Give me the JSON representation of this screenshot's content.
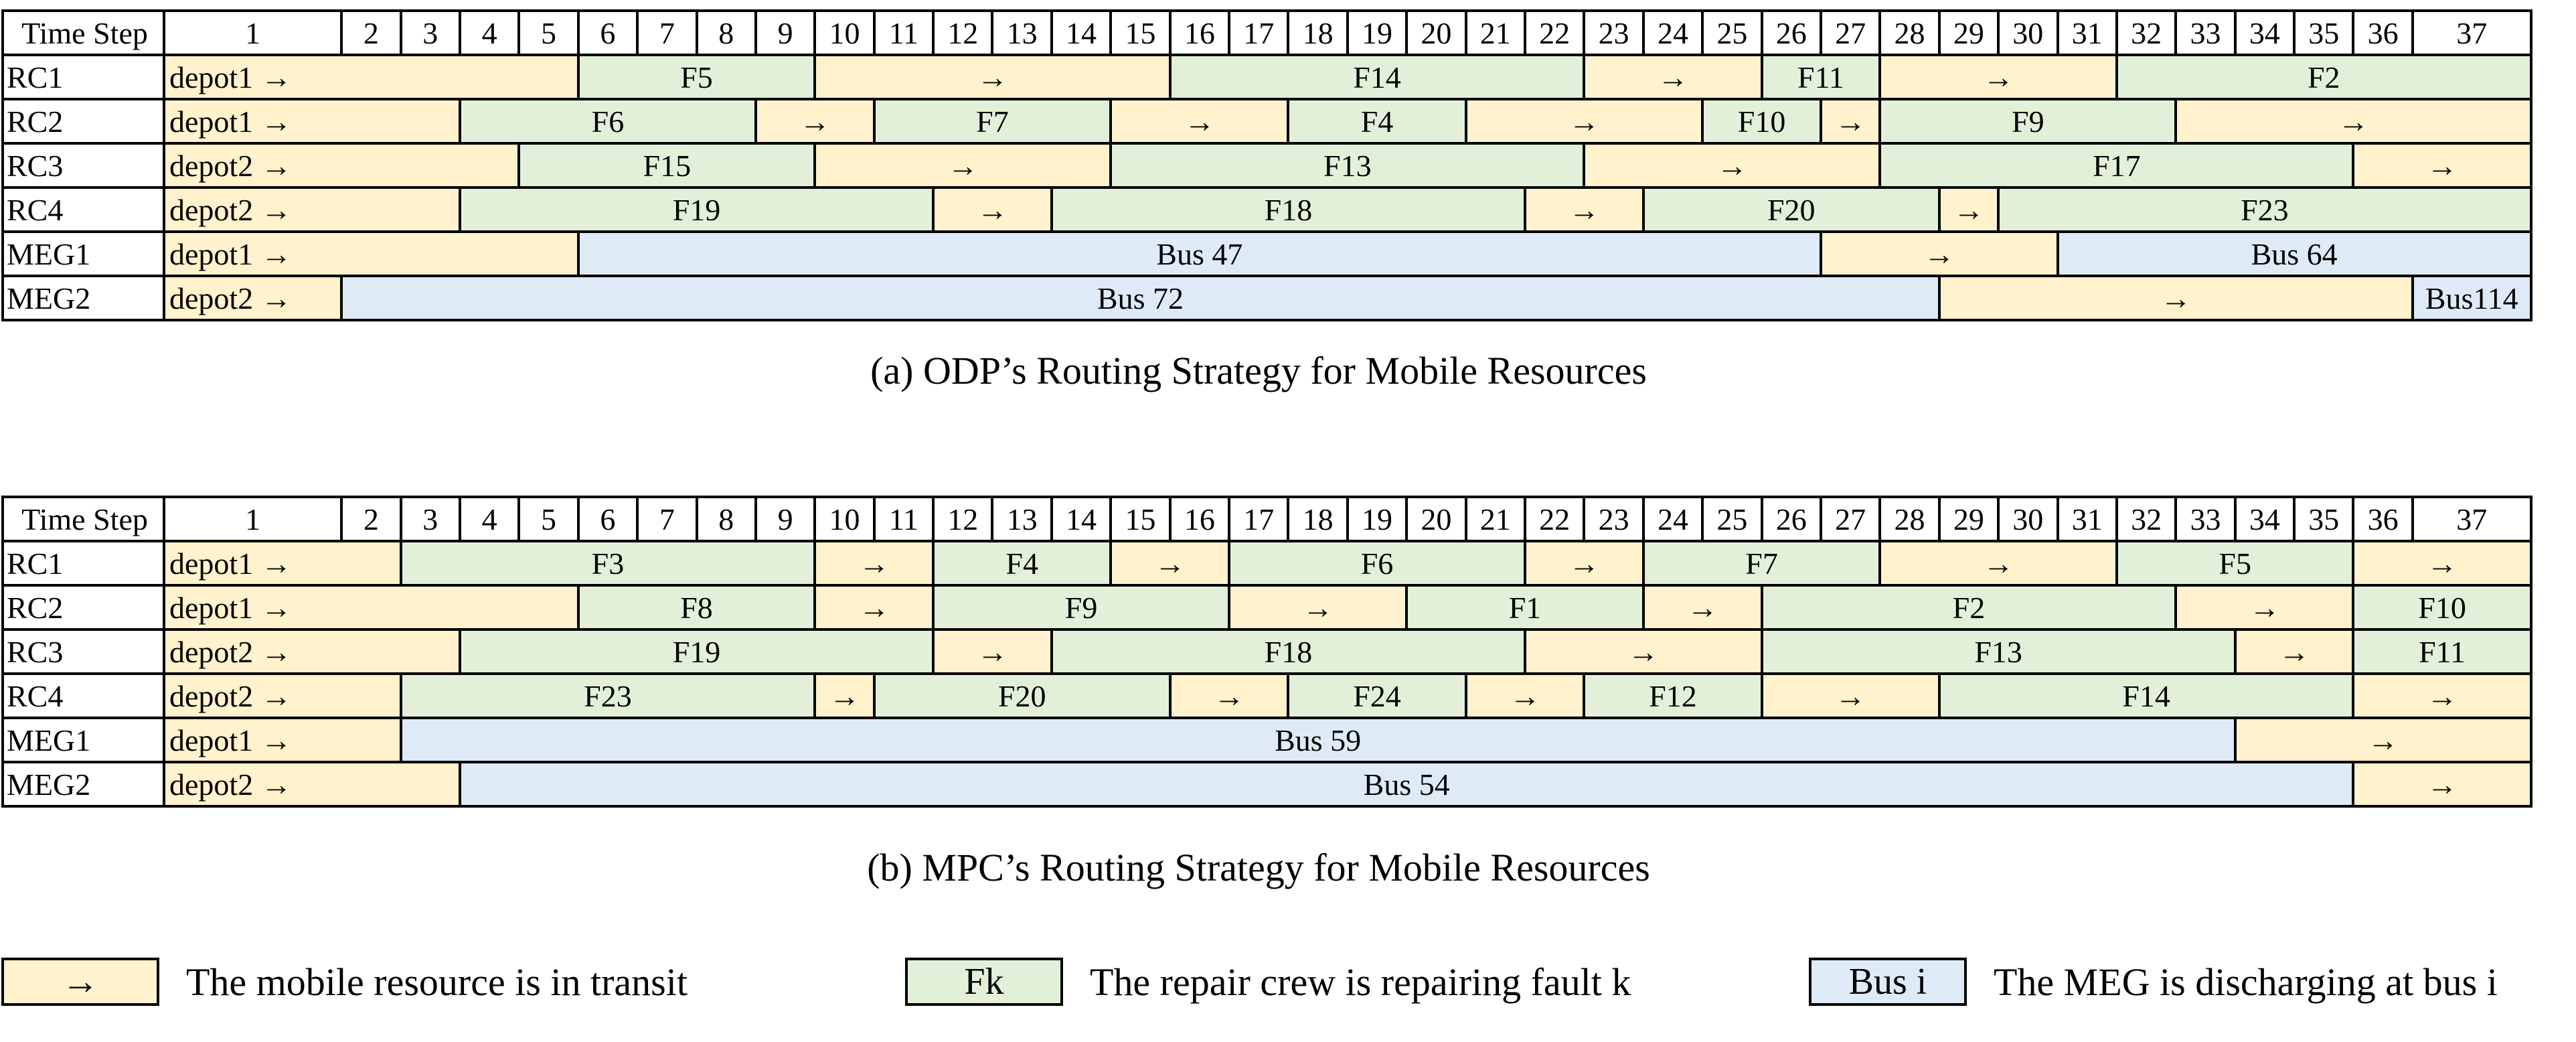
{
  "time_steps": [
    "1",
    "2",
    "3",
    "4",
    "5",
    "6",
    "7",
    "8",
    "9",
    "10",
    "11",
    "12",
    "13",
    "14",
    "15",
    "16",
    "17",
    "18",
    "19",
    "20",
    "21",
    "22",
    "23",
    "24",
    "25",
    "26",
    "27",
    "28",
    "29",
    "30",
    "31",
    "32",
    "33",
    "34",
    "35",
    "36",
    "37"
  ],
  "header_label": "Time Step",
  "colors": {
    "transit": "#fff2cc",
    "repair": "#e2f0d9",
    "bus": "#deebf7",
    "border": "#000000"
  },
  "odp": {
    "caption": "(a) ODP’s Routing Strategy for Mobile Resources",
    "rows": [
      {
        "name": "RC1",
        "segments": [
          {
            "type": "transit",
            "label": "depot1 →",
            "start": 1,
            "end": 7
          },
          {
            "type": "repair",
            "label": "F5",
            "start": 8,
            "end": 11
          },
          {
            "type": "transit",
            "label": "→",
            "start": 12,
            "end": 17
          },
          {
            "type": "repair",
            "label": "F14",
            "start": 18,
            "end": 24
          },
          {
            "type": "transit",
            "label": "→",
            "start": 25,
            "end": 27
          },
          {
            "type": "repair",
            "label": "F11",
            "start": 28,
            "end": 29
          },
          {
            "type": "transit",
            "label": "→",
            "start": 30,
            "end": 33
          },
          {
            "type": "repair",
            "label": "F2",
            "start": 34,
            "end": 40
          }
        ]
      },
      {
        "name": "RC2",
        "segments": [
          {
            "type": "transit",
            "label": "depot1 →",
            "start": 1,
            "end": 5
          },
          {
            "type": "repair",
            "label": "F6",
            "start": 6,
            "end": 10
          },
          {
            "type": "transit",
            "label": "→",
            "start": 11,
            "end": 12
          },
          {
            "type": "repair",
            "label": "F7",
            "start": 13,
            "end": 16
          },
          {
            "type": "transit",
            "label": "→",
            "start": 17,
            "end": 19
          },
          {
            "type": "repair",
            "label": "F4",
            "start": 20,
            "end": 22
          },
          {
            "type": "transit",
            "label": "→",
            "start": 23,
            "end": 26
          },
          {
            "type": "repair",
            "label": "F10",
            "start": 27,
            "end": 28
          },
          {
            "type": "transit",
            "label": "→",
            "start": 29,
            "end": 29
          },
          {
            "type": "repair",
            "label": "F9",
            "start": 30,
            "end": 34
          },
          {
            "type": "transit",
            "label": "→",
            "start": 35,
            "end": 40
          }
        ]
      },
      {
        "name": "RC3",
        "segments": [
          {
            "type": "transit",
            "label": "depot2 →",
            "start": 1,
            "end": 6
          },
          {
            "type": "repair",
            "label": "F15",
            "start": 7,
            "end": 11
          },
          {
            "type": "transit",
            "label": "→",
            "start": 12,
            "end": 16
          },
          {
            "type": "repair",
            "label": "F13",
            "start": 17,
            "end": 24
          },
          {
            "type": "transit",
            "label": "→",
            "start": 25,
            "end": 29
          },
          {
            "type": "repair",
            "label": "F17",
            "start": 30,
            "end": 37
          },
          {
            "type": "transit",
            "label": "→",
            "start": 38,
            "end": 40
          }
        ]
      },
      {
        "name": "RC4",
        "segments": [
          {
            "type": "transit",
            "label": "depot2 →",
            "start": 1,
            "end": 5
          },
          {
            "type": "repair",
            "label": "F19",
            "start": 6,
            "end": 13
          },
          {
            "type": "transit",
            "label": "→",
            "start": 14,
            "end": 15
          },
          {
            "type": "repair",
            "label": "F18",
            "start": 16,
            "end": 23
          },
          {
            "type": "transit",
            "label": "→",
            "start": 24,
            "end": 25
          },
          {
            "type": "repair",
            "label": "F20",
            "start": 26,
            "end": 30
          },
          {
            "type": "transit",
            "label": "→",
            "start": 31,
            "end": 31
          },
          {
            "type": "repair",
            "label": "F23",
            "start": 32,
            "end": 40
          }
        ]
      },
      {
        "name": "MEG1",
        "segments": [
          {
            "type": "transit",
            "label": "depot1 →",
            "start": 1,
            "end": 7
          },
          {
            "type": "bus",
            "label": "Bus 47",
            "start": 8,
            "end": 28
          },
          {
            "type": "transit",
            "label": "→",
            "start": 29,
            "end": 32
          },
          {
            "type": "bus",
            "label": "Bus 64",
            "start": 33,
            "end": 40
          }
        ]
      },
      {
        "name": "MEG2",
        "segments": [
          {
            "type": "transit",
            "label": "depot2 →",
            "start": 1,
            "end": 3
          },
          {
            "type": "bus",
            "label": "Bus 72",
            "start": 4,
            "end": 30
          },
          {
            "type": "transit",
            "label": "→",
            "start": 31,
            "end": 38
          },
          {
            "type": "bus",
            "label": "Bus114",
            "start": 39,
            "end": 40
          }
        ]
      }
    ]
  },
  "mpc": {
    "caption": "(b) MPC’s Routing Strategy for Mobile Resources",
    "rows": [
      {
        "name": "RC1",
        "segments": [
          {
            "type": "transit",
            "label": "depot1 →",
            "start": 1,
            "end": 4
          },
          {
            "type": "repair",
            "label": "F3",
            "start": 5,
            "end": 11
          },
          {
            "type": "transit",
            "label": "→",
            "start": 12,
            "end": 13
          },
          {
            "type": "repair",
            "label": "F4",
            "start": 14,
            "end": 16
          },
          {
            "type": "transit",
            "label": "→",
            "start": 17,
            "end": 18
          },
          {
            "type": "repair",
            "label": "F6",
            "start": 19,
            "end": 23
          },
          {
            "type": "transit",
            "label": "→",
            "start": 24,
            "end": 25
          },
          {
            "type": "repair",
            "label": "F7",
            "start": 26,
            "end": 29
          },
          {
            "type": "transit",
            "label": "→",
            "start": 30,
            "end": 33
          },
          {
            "type": "repair",
            "label": "F5",
            "start": 34,
            "end": 37
          },
          {
            "type": "transit",
            "label": "→",
            "start": 38,
            "end": 40
          }
        ]
      },
      {
        "name": "RC2",
        "segments": [
          {
            "type": "transit",
            "label": "depot1 →",
            "start": 1,
            "end": 7
          },
          {
            "type": "repair",
            "label": "F8",
            "start": 8,
            "end": 11
          },
          {
            "type": "transit",
            "label": "→",
            "start": 12,
            "end": 13
          },
          {
            "type": "repair",
            "label": "F9",
            "start": 14,
            "end": 18
          },
          {
            "type": "transit",
            "label": "→",
            "start": 19,
            "end": 21
          },
          {
            "type": "repair",
            "label": "F1",
            "start": 22,
            "end": 25
          },
          {
            "type": "transit",
            "label": "→",
            "start": 26,
            "end": 27
          },
          {
            "type": "repair",
            "label": "F2",
            "start": 28,
            "end": 34
          },
          {
            "type": "transit",
            "label": "→",
            "start": 35,
            "end": 37
          },
          {
            "type": "repair",
            "label": "F10",
            "start": 38,
            "end": 40
          }
        ]
      },
      {
        "name": "RC3",
        "segments": [
          {
            "type": "transit",
            "label": "depot2 →",
            "start": 1,
            "end": 5
          },
          {
            "type": "repair",
            "label": "F19",
            "start": 6,
            "end": 13
          },
          {
            "type": "transit",
            "label": "→",
            "start": 14,
            "end": 15
          },
          {
            "type": "repair",
            "label": "F18",
            "start": 16,
            "end": 23
          },
          {
            "type": "transit",
            "label": "→",
            "start": 24,
            "end": 27
          },
          {
            "type": "repair",
            "label": "F13",
            "start": 28,
            "end": 35
          },
          {
            "type": "transit",
            "label": "→",
            "start": 36,
            "end": 37
          },
          {
            "type": "repair",
            "label": "F11",
            "start": 38,
            "end": 40
          }
        ]
      },
      {
        "name": "RC4",
        "segments": [
          {
            "type": "transit",
            "label": "depot2 →",
            "start": 1,
            "end": 4
          },
          {
            "type": "repair",
            "label": "F23",
            "start": 5,
            "end": 11
          },
          {
            "type": "transit",
            "label": "→",
            "start": 12,
            "end": 12
          },
          {
            "type": "repair",
            "label": "F20",
            "start": 13,
            "end": 17
          },
          {
            "type": "transit",
            "label": "→",
            "start": 18,
            "end": 19
          },
          {
            "type": "repair",
            "label": "F24",
            "start": 20,
            "end": 22
          },
          {
            "type": "transit",
            "label": "→",
            "start": 23,
            "end": 24
          },
          {
            "type": "repair",
            "label": "F12",
            "start": 25,
            "end": 27
          },
          {
            "type": "transit",
            "label": "→",
            "start": 28,
            "end": 30
          },
          {
            "type": "repair",
            "label": "F14",
            "start": 31,
            "end": 37
          },
          {
            "type": "transit",
            "label": "→",
            "start": 38,
            "end": 40
          }
        ]
      },
      {
        "name": "MEG1",
        "segments": [
          {
            "type": "transit",
            "label": "depot1 →",
            "start": 1,
            "end": 4
          },
          {
            "type": "bus",
            "label": "Bus 59",
            "start": 5,
            "end": 35
          },
          {
            "type": "transit",
            "label": "→",
            "start": 36,
            "end": 40
          }
        ]
      },
      {
        "name": "MEG2",
        "segments": [
          {
            "type": "transit",
            "label": "depot2 →",
            "start": 1,
            "end": 5
          },
          {
            "type": "bus",
            "label": "Bus 54",
            "start": 6,
            "end": 37
          },
          {
            "type": "transit",
            "label": "→",
            "start": 38,
            "end": 40
          }
        ]
      }
    ]
  },
  "legend": [
    {
      "type": "transit",
      "box_label": "→",
      "text": "The mobile resource is in transit"
    },
    {
      "type": "repair",
      "box_label": "Fk",
      "text": "The repair crew is repairing fault k"
    },
    {
      "type": "bus",
      "box_label": "Bus i",
      "text": "The MEG is discharging at bus i"
    }
  ]
}
